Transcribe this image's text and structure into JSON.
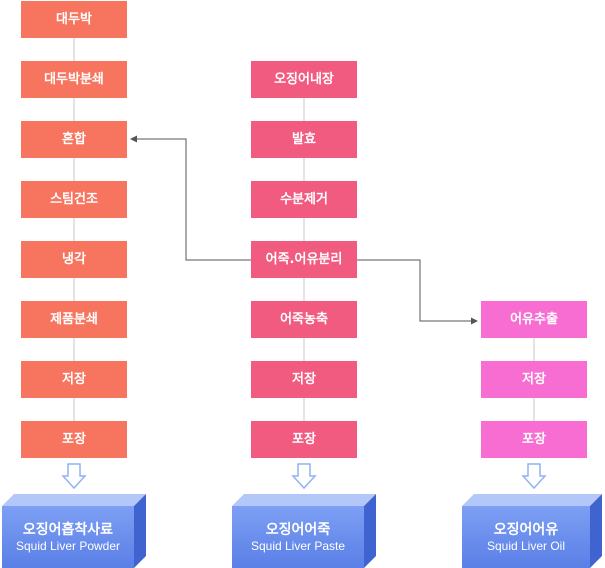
{
  "colors": {
    "fish_meal_step": "#f7745f",
    "paste_step": "#f25b80",
    "oil_step": "#f76dd1",
    "product_front": "#6a8ff0",
    "connector": "#555555",
    "down_arrow": "#8fb4ee"
  },
  "columns": [
    {
      "id": "fish-meal",
      "steps": [
        "대두박",
        "대두박분쇄",
        "혼합",
        "스팀건조",
        "냉각",
        "제품분쇄",
        "저장",
        "포장"
      ],
      "product": {
        "ko": "오징어흡착사료",
        "en": "Squid Liver Powder"
      }
    },
    {
      "id": "liver-paste",
      "steps": [
        "오징어내장",
        "발효",
        "수분제거",
        "어죽.어유분리",
        "어죽농축",
        "저장",
        "포장"
      ],
      "product": {
        "ko": "오징어어죽",
        "en": "Squid Liver Paste"
      }
    },
    {
      "id": "liver-oil",
      "steps": [
        "어유추출",
        "저장",
        "포장"
      ],
      "product": {
        "ko": "오징어어유",
        "en": "Squid Liver Oil"
      }
    }
  ],
  "connectors": [
    {
      "from": "liver-paste:어죽.어유분리",
      "to": "fish-meal:혼합"
    },
    {
      "from": "liver-paste:어죽.어유분리",
      "to": "liver-oil:어유추출"
    }
  ]
}
